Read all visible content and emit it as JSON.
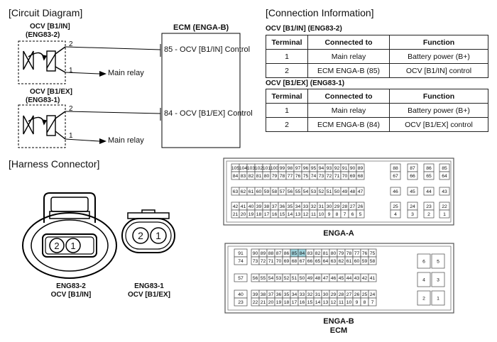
{
  "circuit": {
    "title": "[Circuit Diagram]",
    "ocv1": {
      "name": "OCV [B1/IN]",
      "connector": "(ENG83-2)",
      "pin_top": "2",
      "pin_bottom": "1",
      "relay": "Main relay"
    },
    "ocv2": {
      "name": "OCV [B1/EX]",
      "connector": "(ENG83-1)",
      "pin_top": "2",
      "pin_bottom": "1",
      "relay": "Main relay"
    },
    "ecm": {
      "title": "ECM (ENGA-B)",
      "pin1": "85 - OCV [B1/IN] Control",
      "pin2": "84 - OCV [B1/EX] Control"
    }
  },
  "connection": {
    "title": "[Connection Information]",
    "tables": [
      {
        "caption": "OCV [B1/IN] (ENG83-2)",
        "headers": [
          "Terminal",
          "Connected to",
          "Function"
        ],
        "rows": [
          [
            "1",
            "Main relay",
            "Battery power (B+)"
          ],
          [
            "2",
            "ECM ENGA-B (85)",
            "OCV [B1/IN] control"
          ]
        ]
      },
      {
        "caption": "OCV [B1/EX] (ENG83-1)",
        "headers": [
          "Terminal",
          "Connected to",
          "Function"
        ],
        "rows": [
          [
            "1",
            "Main relay",
            "Battery power (B+)"
          ],
          [
            "2",
            "ECM ENGA-B (84)",
            "OCV [B1/EX] control"
          ]
        ]
      }
    ]
  },
  "harness": {
    "title": "[Harness Connector]",
    "eng83_2": {
      "line1": "ENG83-2",
      "line2": "OCV [B1/IN]",
      "pins": [
        "2",
        "1"
      ]
    },
    "eng83_1": {
      "line1": "ENG83-1",
      "line2": "OCV [B1/EX]",
      "pins": [
        "2",
        "1"
      ]
    },
    "enga_a": {
      "label": "ENGA-A",
      "main_rows": [
        [
          "105",
          "104",
          "103",
          "102",
          "101",
          "100",
          "99",
          "98",
          "97",
          "96",
          "95",
          "94",
          "93",
          "92",
          "91",
          "90",
          "89"
        ],
        [
          "84",
          "83",
          "82",
          "81",
          "80",
          "79",
          "78",
          "77",
          "76",
          "75",
          "74",
          "73",
          "72",
          "71",
          "70",
          "69",
          "68"
        ],
        [
          "63",
          "62",
          "61",
          "60",
          "59",
          "58",
          "57",
          "56",
          "55",
          "54",
          "53",
          "52",
          "51",
          "50",
          "49",
          "48",
          "47"
        ],
        [
          "42",
          "41",
          "40",
          "39",
          "38",
          "37",
          "36",
          "35",
          "34",
          "33",
          "32",
          "31",
          "30",
          "29",
          "28",
          "27",
          "26"
        ],
        [
          "21",
          "20",
          "19",
          "18",
          "17",
          "16",
          "15",
          "14",
          "13",
          "12",
          "11",
          "10",
          "9",
          "8",
          "7",
          "6",
          "5"
        ]
      ],
      "side_rows": [
        [
          "88",
          "87",
          "86",
          "85"
        ],
        [
          "67",
          "66",
          "65",
          "64"
        ],
        [
          "46",
          "45",
          "44",
          "43"
        ],
        [
          "25",
          "24",
          "23",
          "22"
        ],
        [
          "4",
          "3",
          "2",
          "1"
        ]
      ]
    },
    "enga_b": {
      "label1": "ENGA-B",
      "label2": "ECM",
      "highlight": [
        "85",
        "84"
      ],
      "highlight_color": "#9fd3dc",
      "rows": [
        [
          "91",
          "90",
          "89",
          "88",
          "87",
          "86",
          "85",
          "84",
          "83",
          "82",
          "81",
          "80",
          "79",
          "78",
          "77",
          "76",
          "75"
        ],
        [
          "74",
          "73",
          "72",
          "71",
          "70",
          "69",
          "68",
          "67",
          "66",
          "65",
          "64",
          "63",
          "62",
          "61",
          "60",
          "59",
          "58"
        ],
        [
          "57",
          "56",
          "55",
          "54",
          "53",
          "52",
          "51",
          "50",
          "49",
          "48",
          "47",
          "46",
          "45",
          "44",
          "43",
          "42",
          "41"
        ],
        [
          "40",
          "39",
          "38",
          "37",
          "36",
          "35",
          "34",
          "33",
          "32",
          "31",
          "30",
          "29",
          "28",
          "27",
          "26",
          "25",
          "24"
        ],
        [
          "23",
          "22",
          "21",
          "20",
          "19",
          "18",
          "17",
          "16",
          "15",
          "14",
          "13",
          "12",
          "11",
          "10",
          "9",
          "8",
          "7"
        ]
      ],
      "side": [
        "6",
        "5",
        "4",
        "3",
        "2",
        "1"
      ]
    }
  }
}
